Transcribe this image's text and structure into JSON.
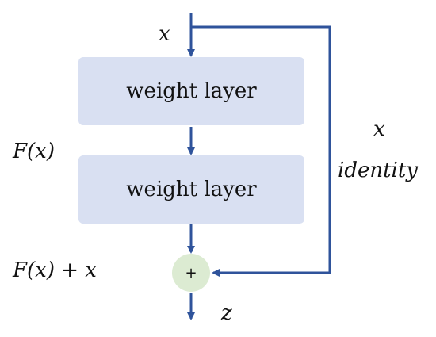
{
  "diagram": {
    "input_label": "x",
    "layer1_label": "weight layer",
    "layer2_label": "weight layer",
    "residual_label": "F(x)",
    "sum_label": "F(x) + x",
    "plus_symbol": "+",
    "output_label": "z",
    "skip_label_top": "x",
    "skip_label_bottom": "identity",
    "colors": {
      "arrow": "#2f539b",
      "layer_fill": "#d9e0f2",
      "plus_fill": "#dcebd2"
    }
  }
}
